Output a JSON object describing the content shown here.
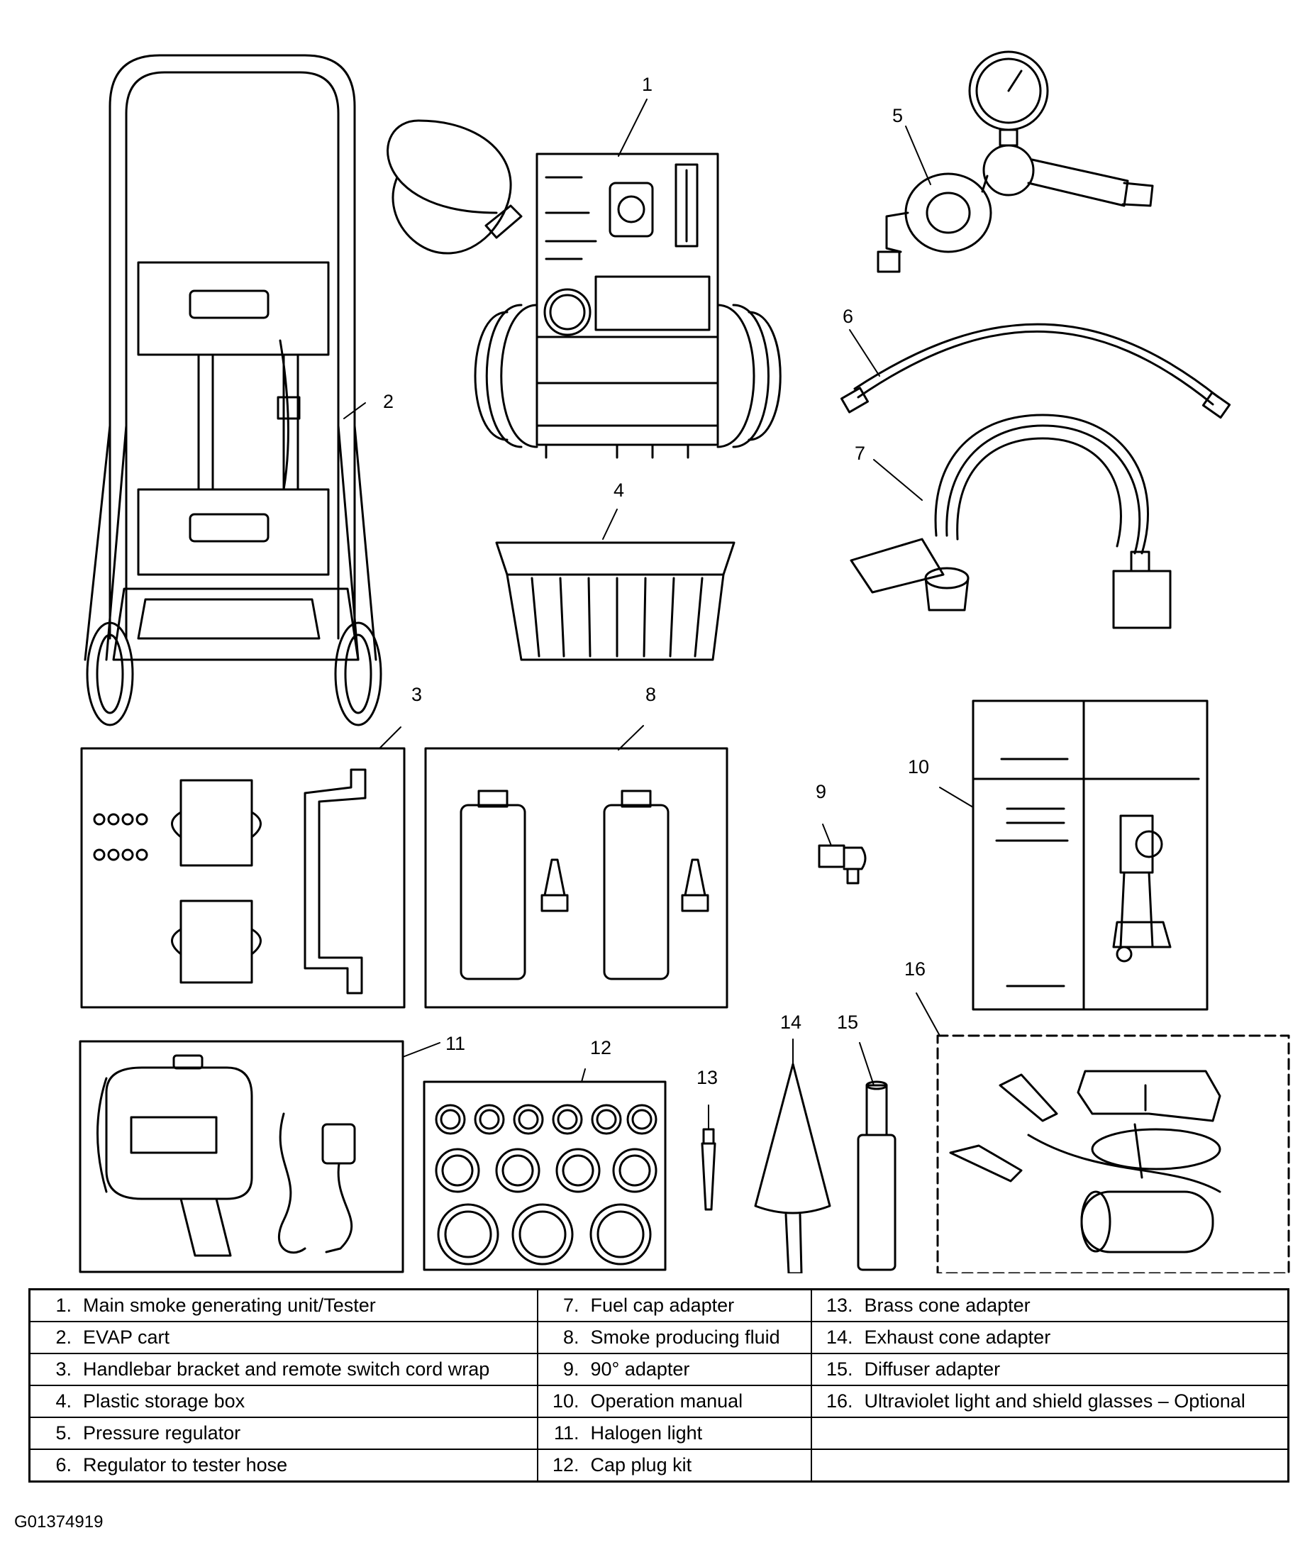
{
  "callouts": [
    "1",
    "2",
    "3",
    "4",
    "5",
    "6",
    "7",
    "8",
    "9",
    "10",
    "11",
    "12",
    "13",
    "14",
    "15",
    "16"
  ],
  "legend": {
    "rows": [
      [
        {
          "num": "1.",
          "text": "Main smoke generating unit/Tester"
        },
        {
          "num": "7.",
          "text": "Fuel cap adapter"
        },
        {
          "num": "13.",
          "text": "Brass cone adapter"
        }
      ],
      [
        {
          "num": "2.",
          "text": "EVAP cart"
        },
        {
          "num": "8.",
          "text": "Smoke producing fluid"
        },
        {
          "num": "14.",
          "text": "Exhaust cone adapter"
        }
      ],
      [
        {
          "num": "3.",
          "text": "Handlebar bracket and remote switch cord wrap"
        },
        {
          "num": "9.",
          "text": "90° adapter"
        },
        {
          "num": "15.",
          "text": "Diffuser adapter"
        }
      ],
      [
        {
          "num": "4.",
          "text": "Plastic storage box"
        },
        {
          "num": "10.",
          "text": "Operation manual"
        },
        {
          "num": "16.",
          "text": "Ultraviolet light and shield glasses – Optional"
        }
      ],
      [
        {
          "num": "5.",
          "text": "Pressure regulator"
        },
        {
          "num": "11.",
          "text": "Halogen light"
        },
        {
          "num": "",
          "text": ""
        }
      ],
      [
        {
          "num": "6.",
          "text": "Regulator to tester hose"
        },
        {
          "num": "12.",
          "text": "Cap plug kit"
        },
        {
          "num": "",
          "text": ""
        }
      ]
    ]
  },
  "figure_code": "G01374919"
}
